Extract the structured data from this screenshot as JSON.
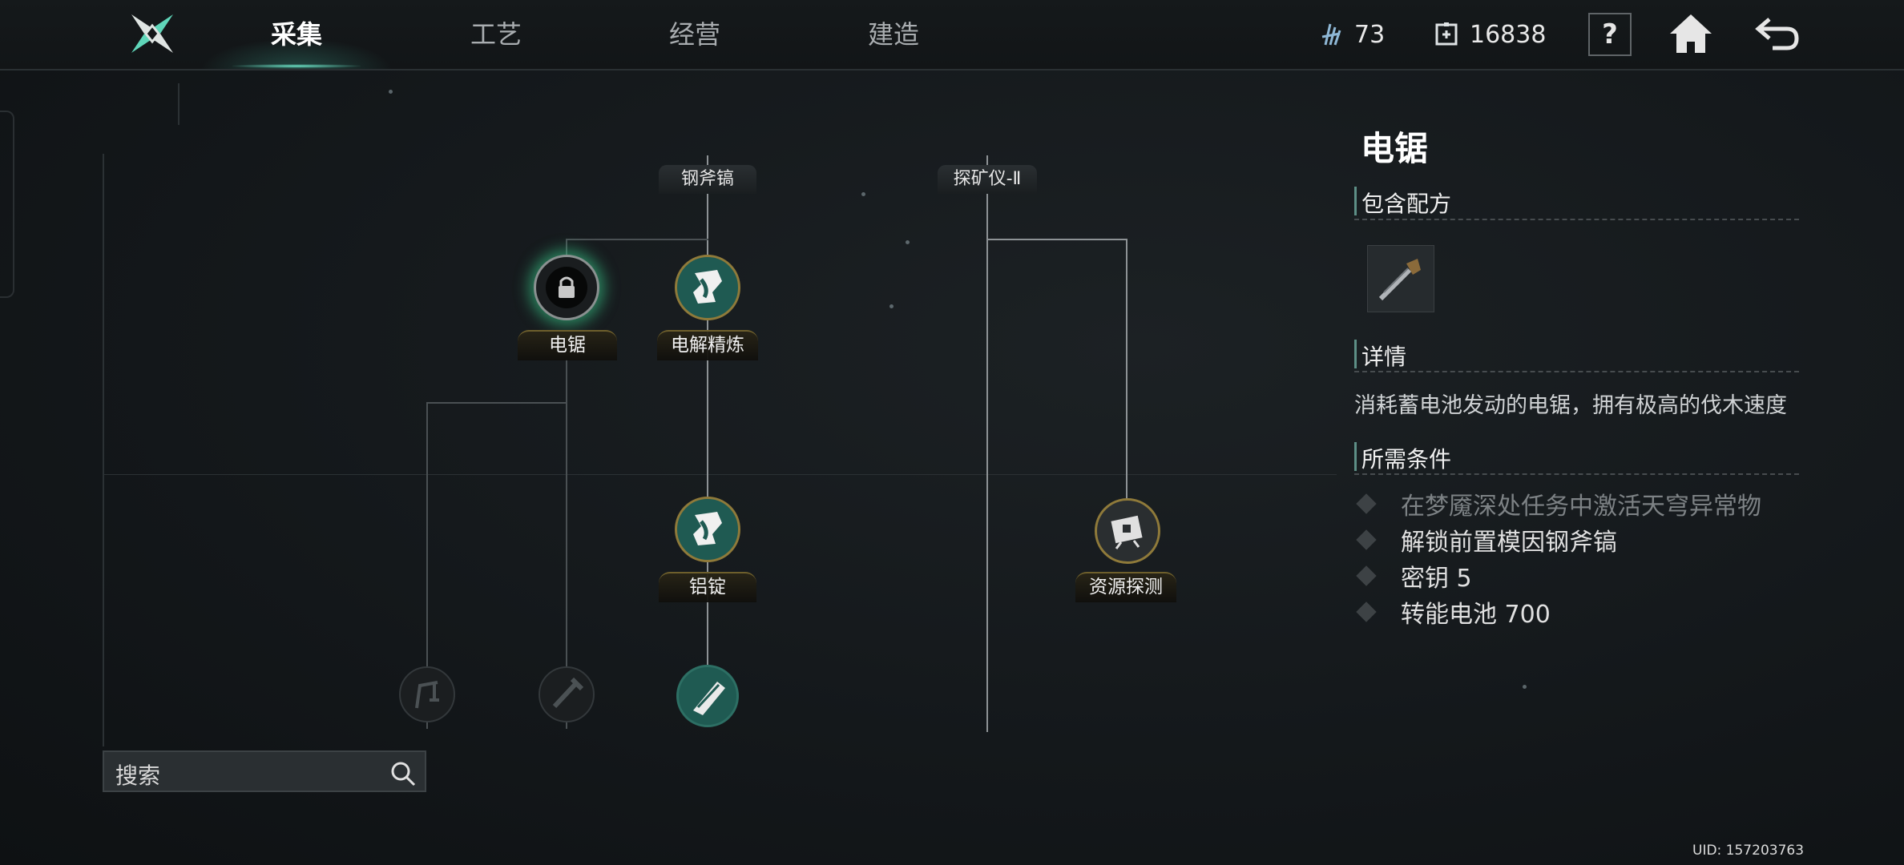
{
  "tabs": [
    {
      "label": "采集",
      "active": true
    },
    {
      "label": "工艺",
      "active": false
    },
    {
      "label": "经营",
      "active": false
    },
    {
      "label": "建造",
      "active": false
    }
  ],
  "currency": {
    "crystal": "73",
    "keys": "16838"
  },
  "buttons": {
    "help": "?"
  },
  "tree": {
    "heads": [
      "钢斧镐",
      "探矿仪-Ⅱ"
    ],
    "nodes": {
      "chainsaw": "电锯",
      "electrolysis": "电解精炼",
      "ingot": "铝锭",
      "detection": "资源探测"
    }
  },
  "search": {
    "label": "搜索"
  },
  "detail": {
    "title": "电锯",
    "recipes_heading": "包含配方",
    "details_heading": "详情",
    "description": "消耗蓄电池发动的电锯，拥有极高的伐木速度",
    "requirements_heading": "所需条件",
    "requirements": [
      {
        "text": "在梦魇深处任务中激活天穹异常物",
        "met": false
      },
      {
        "text": "解锁前置模因钢斧镐",
        "met": true
      },
      {
        "text": "密钥 5",
        "met": true
      },
      {
        "text": "转能电池 700",
        "met": true
      }
    ]
  },
  "uid": "UID: 157203763",
  "colors": {
    "accent": "#6ee6c9",
    "gold": "#6e5f2c",
    "teal_node": "#1f5a52"
  }
}
